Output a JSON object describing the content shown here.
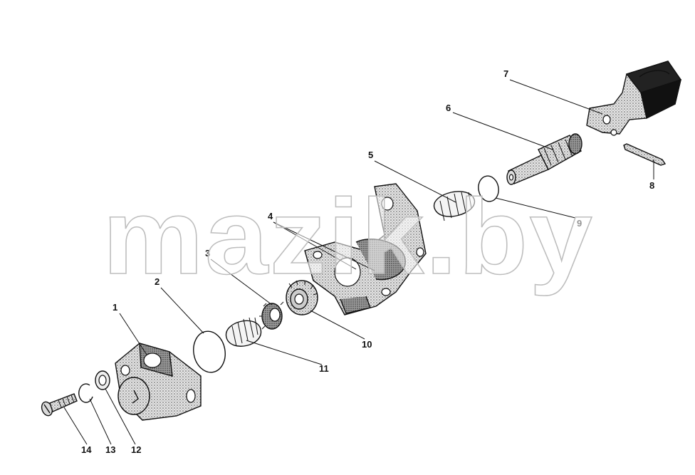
{
  "diagram": {
    "callouts": [
      "1",
      "2",
      "3",
      "4",
      "5",
      "6",
      "7",
      "8",
      "9",
      "10",
      "11",
      "12",
      "13",
      "14"
    ],
    "watermark": "mazik.by"
  },
  "colors": {
    "ink": "#111111",
    "background": "#ffffff",
    "watermark_outline": "#bdbdbd"
  }
}
